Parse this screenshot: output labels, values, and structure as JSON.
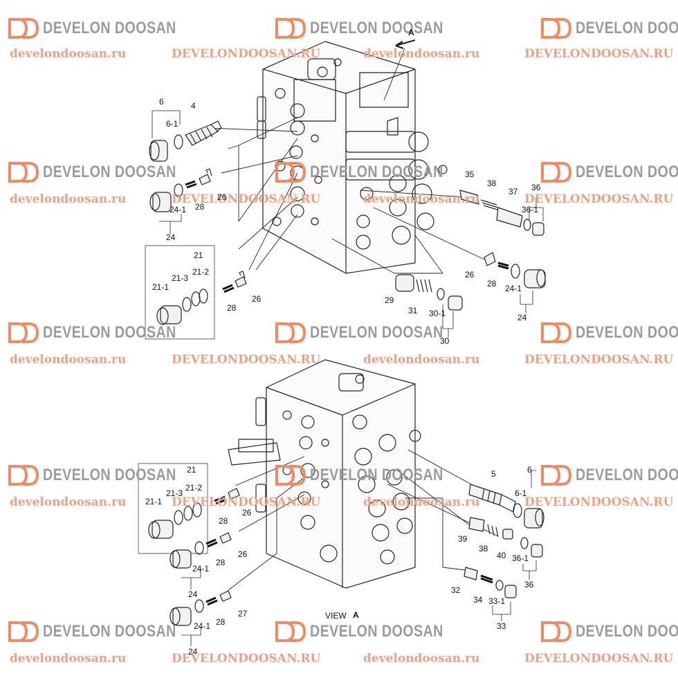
{
  "watermark": {
    "brand": "DEVELON DOOSAN",
    "url_lower": "develondoosan.ru",
    "url_upper": "DEVELONDOOSAN.RU",
    "brand_color": "#9a9aa0",
    "logo_color": "#f08a64",
    "url_color": "#f0a082"
  },
  "view_label": {
    "prefix": "VIEW",
    "letter": "A"
  },
  "arrow_label": "A",
  "labels": {
    "top": [
      "6",
      "6-1",
      "4",
      "35",
      "38",
      "37",
      "36",
      "36-1",
      "26",
      "28",
      "24-1",
      "24",
      "21",
      "21-3",
      "21-2",
      "21-1",
      "26",
      "28",
      "26",
      "28",
      "29",
      "31",
      "30-1",
      "30",
      "24-1",
      "24"
    ],
    "bottom": [
      "21",
      "21-3",
      "21-2",
      "21-1",
      "28",
      "26",
      "5",
      "6",
      "6-1",
      "39",
      "38",
      "40",
      "36-1",
      "36",
      "26",
      "28",
      "24-1",
      "24",
      "32",
      "34",
      "33-1",
      "33",
      "27",
      "28",
      "24-1",
      "24"
    ]
  }
}
